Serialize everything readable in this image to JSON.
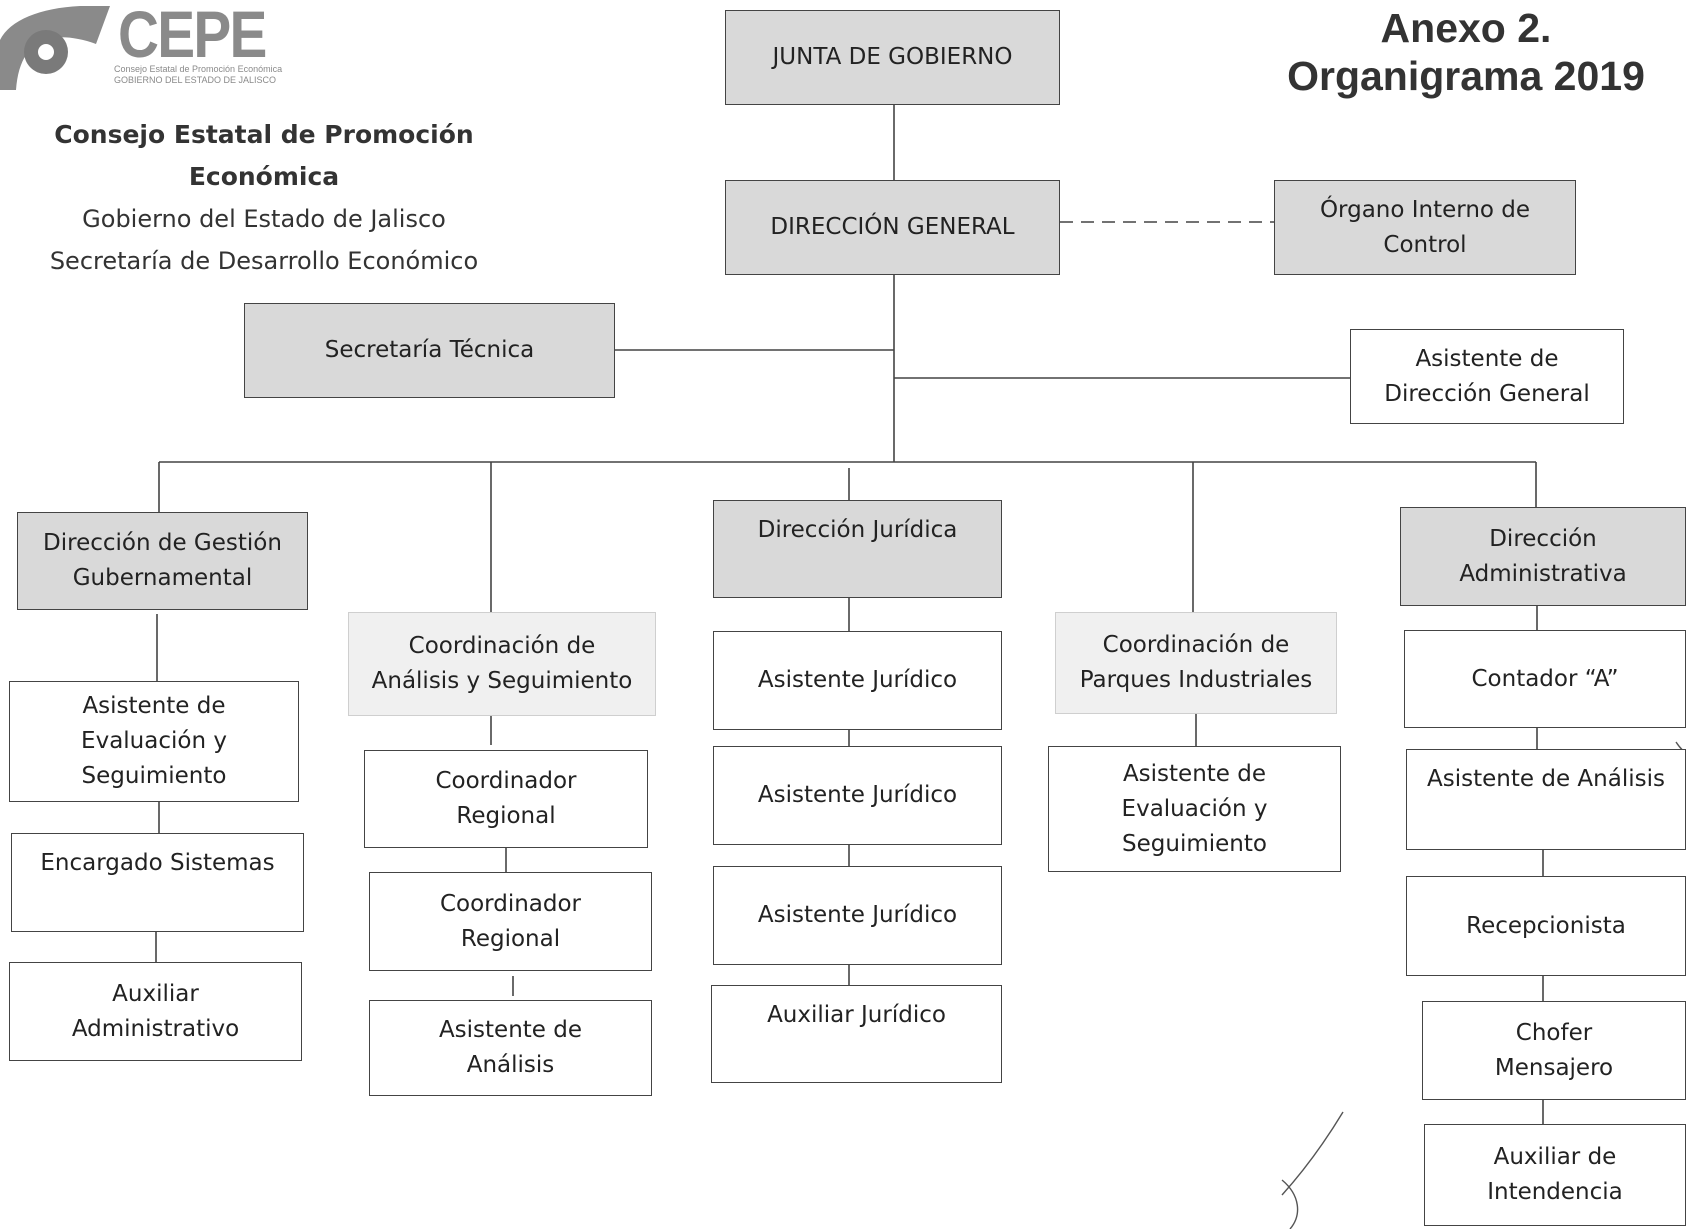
{
  "logo": {
    "brand": "CEPE",
    "subtitle_1": "Consejo Estatal de Promoción Económica",
    "subtitle_2": "GOBIERNO DEL ESTADO DE JALISCO"
  },
  "organization": {
    "name": "Consejo Estatal de Promoción Económica",
    "line_2": "Gobierno del Estado de Jalisco",
    "line_3": "Secretaría de Desarrollo Económico"
  },
  "title": {
    "line_1": "Anexo 2.",
    "line_2": "Organigrama 2019"
  },
  "nodes": {
    "junta": "JUNTA DE GOBIERNO",
    "direccion_general": "DIRECCIÓN GENERAL",
    "organo_interno": "Órgano Interno de\nControl",
    "secretaria_tecnica": "Secretaría Técnica",
    "asistente_direccion_general": "Asistente de\nDirección  General",
    "direccion_gestion": "Dirección de Gestión\nGubernamental",
    "asistente_evaluacion_1": "Asistente  de\nEvaluación y\nSeguimiento",
    "encargado_sistemas": "Encargado  Sistemas",
    "auxiliar_administrativo": "Auxiliar\nAdministrativo",
    "coordinacion_analisis": "Coordinación  de\nAnálisis y Seguimiento",
    "coordinador_regional_1": "Coordinador\nRegional",
    "coordinador_regional_2": "Coordinador\nRegional",
    "asistente_analisis_1": "Asistente de\nAnálisis",
    "direccion_juridica": "Dirección Jurídica",
    "asistente_juridico_1": "Asistente Jurídico",
    "asistente_juridico_2": "Asistente Jurídico",
    "asistente_juridico_3": "Asistente Jurídico",
    "auxiliar_juridico": "Auxiliar Jurídico",
    "coordinacion_parques": "Coordinación de\nParques Industriales",
    "asistente_evaluacion_2": "Asistente de\nEvaluación  y\nSeguimiento",
    "direccion_administrativa": "Dirección\nAdministrativa",
    "contador": "Contador “A”",
    "asistente_analisis_2": "Asistente de Análisis",
    "recepcionista": "Recepcionista",
    "chofer": "Chofer\nMensajero",
    "auxiliar_intendencia": "Auxiliar de\nIntendencia"
  },
  "colors": {
    "box_fill_dark": "#d9d9d9",
    "box_fill_light": "#f0f0f0",
    "box_fill_white": "#ffffff",
    "line": "#444444",
    "logo_grey": "#8a8a8a"
  }
}
